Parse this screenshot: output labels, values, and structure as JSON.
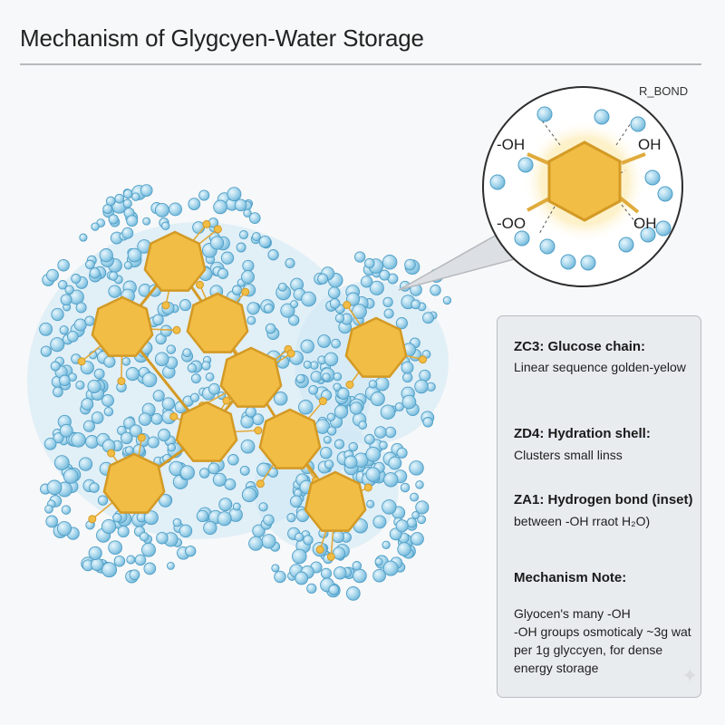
{
  "title": "Mechanism of Glygcyen-Water Storage",
  "inset": {
    "tag": "R_BOND",
    "labels": {
      "top_left": "-OH",
      "top_right": "OH",
      "bottom_left": "-OO",
      "bottom_right": "OH"
    }
  },
  "legend": {
    "glucose_chain": {
      "title": "ZC3: Glucose chain:",
      "body": "Linear sequence golden-yelow"
    },
    "hydration_shell": {
      "title": "ZD4: Hydration shell:",
      "body": "Clusters small linss"
    },
    "hydrogen_bond": {
      "title": "ZA1: Hydrogen bond (inset)",
      "body": "between -OH rraot H₂O)"
    },
    "mechanism_note": {
      "title": "Mechanism Note:",
      "lines": [
        "Glyocen's many -OH",
        "-OH groups osmoticaly ~3g wat",
        "per 1g glyccyen, for dense",
        "energy storage"
      ]
    }
  },
  "colors": {
    "glucose_fill": "#f2bd45",
    "glucose_stroke": "#d39a25",
    "water_fill": "#a9d7ec",
    "water_stroke": "#4f9fc7",
    "halo": "#cfe8f6"
  },
  "icons": {
    "sparkle": "sparkle-icon"
  }
}
